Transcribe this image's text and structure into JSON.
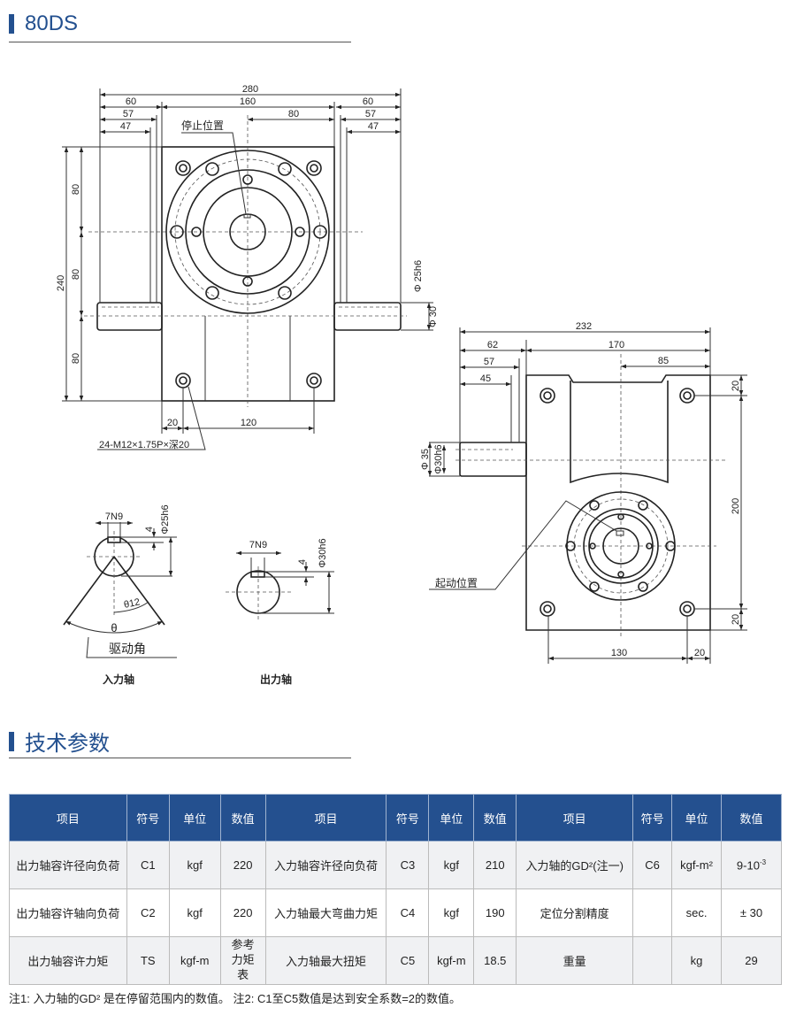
{
  "model_title": "80DS",
  "section_title": "技术参数",
  "drawing": {
    "front": {
      "dims": {
        "overall": "280",
        "left_60": "60",
        "left_57": "57",
        "left_47": "47",
        "body": "160",
        "half": "80",
        "right_60": "60",
        "right_57": "57",
        "right_47": "47",
        "height": "240",
        "v80a": "80",
        "v80b": "80",
        "v80c": "80",
        "edge20": "20",
        "holes120": "120",
        "shaft_dia": "Φ 25h6",
        "shaft_dia2": "Φ 30"
      },
      "stop_label": "停止位置",
      "thread_label": "24-M12×1.75P×深20"
    },
    "side": {
      "dims": {
        "overall": "232",
        "shaft62": "62",
        "body170": "170",
        "s57": "57",
        "s45": "45",
        "half85": "85",
        "top20": "20",
        "mid200": "200",
        "bot20": "20",
        "holes130": "130",
        "edge20": "20",
        "dia35": "Φ 35",
        "dia30": "Φ30h6"
      },
      "start_label": "起动位置"
    },
    "input_shaft": {
      "key": "7N9",
      "depth": "4",
      "dia": "Φ25h6",
      "angle": "θ12",
      "theta": "θ",
      "drive_angle": "驱动角",
      "label": "入力轴"
    },
    "output_shaft": {
      "key": "7N9",
      "depth": "4",
      "dia": "Φ30h6",
      "label": "出力轴"
    }
  },
  "table": {
    "headers": [
      "项目",
      "符号",
      "单位",
      "数值",
      "项目",
      "符号",
      "单位",
      "数值",
      "项目",
      "符号",
      "单位",
      "数值"
    ],
    "rows": [
      [
        "出力轴容许径向负荷",
        "C1",
        "kgf",
        "220",
        "入力轴容许径向负荷",
        "C3",
        "kgf",
        "210",
        "入力轴的GD²(注一)",
        "C6",
        "kgf-m²",
        "9-10"
      ],
      [
        "出力轴容许轴向负荷",
        "C2",
        "kgf",
        "220",
        "入力轴最大弯曲力矩",
        "C4",
        "kgf",
        "190",
        "定位分割精度",
        "",
        "sec.",
        "± 30"
      ],
      [
        "出力轴容许力矩",
        "TS",
        "kgf-m",
        "参考力矩表",
        "入力轴最大扭矩",
        "C5",
        "kgf-m",
        "18.5",
        "重量",
        "",
        "kg",
        "29"
      ]
    ],
    "exponent": "-3"
  },
  "note": "注1: 入力轴的GD² 是在停留范围内的数值。  注2: C1至C5数值是达到安全系数=2的数值。"
}
